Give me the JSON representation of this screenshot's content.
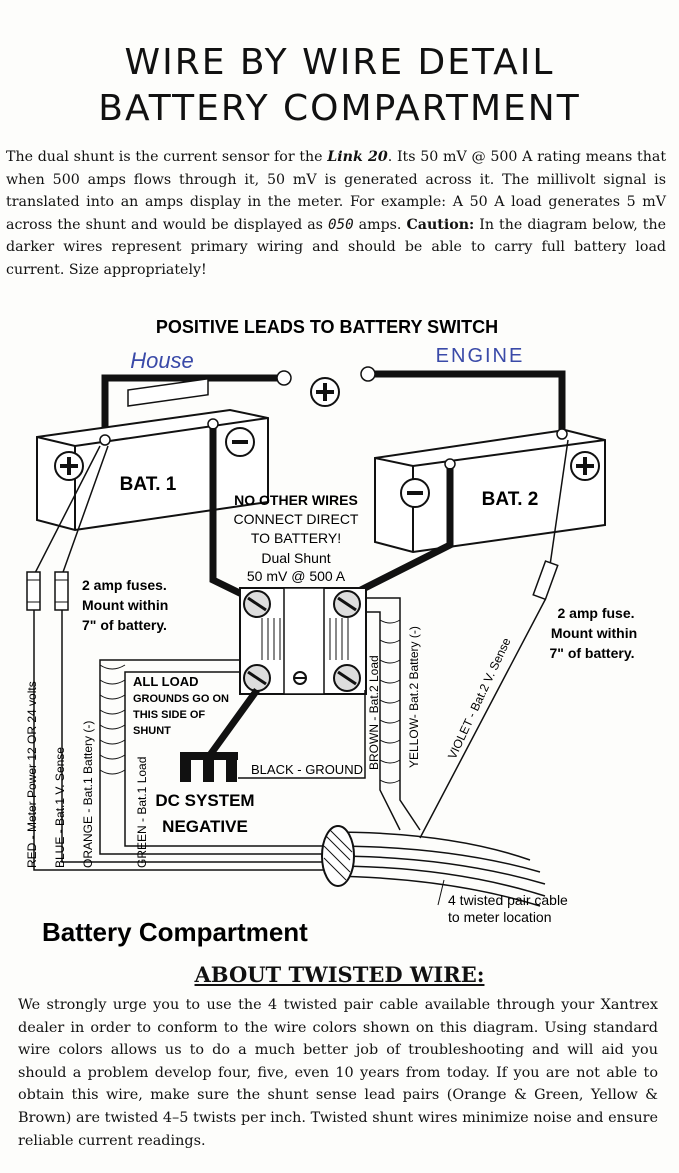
{
  "title": {
    "line1": "WIRE BY WIRE DETAIL",
    "line2": "BATTERY COMPARTMENT"
  },
  "intro": {
    "p1": "The dual shunt is the current sensor for the ",
    "product": "Link 20",
    "p2": ". Its 50 mV @ 500 A rating means that when 500 amps flows through it, 50 mV is generated across it. The millivolt signal is translated into an amps display in the meter. For example: A 50 A load generates 5 mV across the shunt and would be displayed as ",
    "display_value": "050",
    "p3": " amps. ",
    "caution_label": "Caution:",
    "p4": " In the diagram below, the darker wires represent primary wiring and should be able to carry full battery load current. Size appropriately!"
  },
  "diagram": {
    "positive_leads": "POSITIVE LEADS TO BATTERY SWITCH",
    "house": "House",
    "engine": "ENGINE",
    "plus": "+",
    "minus": "−",
    "bat1": "BAT. 1",
    "bat2": "BAT. 2",
    "no_other_1": "NO OTHER WIRES",
    "no_other_2": "CONNECT DIRECT",
    "no_other_3": "TO BATTERY!",
    "shunt_1": "Dual Shunt",
    "shunt_2": "50 mV @ 500 A",
    "fuses_1": "2 amp fuses.",
    "fuses_2": "Mount within",
    "fuses_3": "7\" of battery.",
    "fuse_1": "2 amp fuse.",
    "fuse_2": "Mount within",
    "fuse_3": "7\"  of battery.",
    "all_load_1": "ALL LOAD",
    "all_load_2": "GROUNDS GO ON",
    "all_load_3": "THIS SIDE OF",
    "all_load_4": "SHUNT",
    "dc_1": "DC SYSTEM",
    "dc_2": "NEGATIVE",
    "black_ground": "BLACK - GROUND",
    "red_wire": "RED - Meter Power  12 OR 24 volts",
    "blue_wire": "BLUE - Bat.1 V. Sense",
    "orange_wire": "ORANGE - Bat.1 Battery (-)",
    "green_wire": "GREEN - Bat.1 Load",
    "brown_wire": "BROWN - Bat.2 Load",
    "yellow_wire": "YELLOW- Bat.2 Battery (-)",
    "violet_wire": "VIOLET - Bat.2 V. Sense",
    "cable_1": "4 twisted pair cable",
    "cable_2": "to meter location",
    "compartment": "Battery Compartment"
  },
  "footer": {
    "heading": "ABOUT TWISTED WIRE:",
    "text": "We strongly urge you to use the 4 twisted pair cable available through your Xantrex dealer in order to conform to the wire colors shown on this diagram. Using standard wire colors allows us to do a much better job of troubleshooting and will aid you should a problem develop four, five, even 10 years from today. If you are not able to obtain this wire, make sure the shunt sense lead pairs (Orange & Green, Yellow & Brown) are twisted 4–5 twists per inch. Twisted shunt wires minimize noise and ensure reliable current readings."
  }
}
